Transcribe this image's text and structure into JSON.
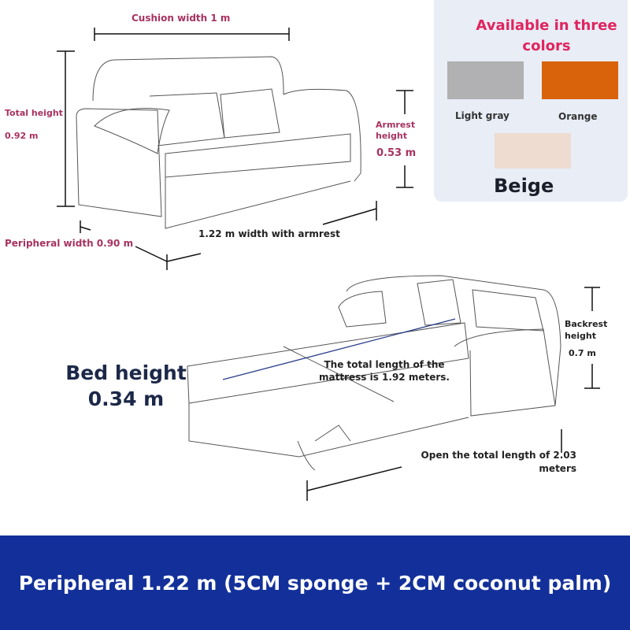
{
  "dimensions": {
    "cushion_width": "Cushion width 1 m",
    "total_height_label": "Total height",
    "total_height_value": "0.92 m",
    "armrest_height_label": "Armrest height",
    "armrest_height_value": "0.53 m",
    "width_with_armrest": "1.22 m width with armrest",
    "peripheral_width": "Peripheral width 0.90 m",
    "bed_height_label": "Bed height",
    "bed_height_value": "0.34 m",
    "mattress_length": "The total length of the mattress is 1.92 meters.",
    "backrest_height_label": "Backrest height",
    "backrest_height_value": "0.7 m",
    "open_length": "Open the total length of 2.03 meters"
  },
  "colors_panel": {
    "title": "Available in three colors",
    "options": [
      {
        "label": "Light gray",
        "color": "#b1b0b2"
      },
      {
        "label": "Orange",
        "color": "#d9630a"
      },
      {
        "label": "Beige",
        "color": "#eddccf"
      }
    ]
  },
  "banner": {
    "text": "Peripheral 1.22 m (5CM sponge + 2CM coconut palm)",
    "color": "#13309a"
  }
}
